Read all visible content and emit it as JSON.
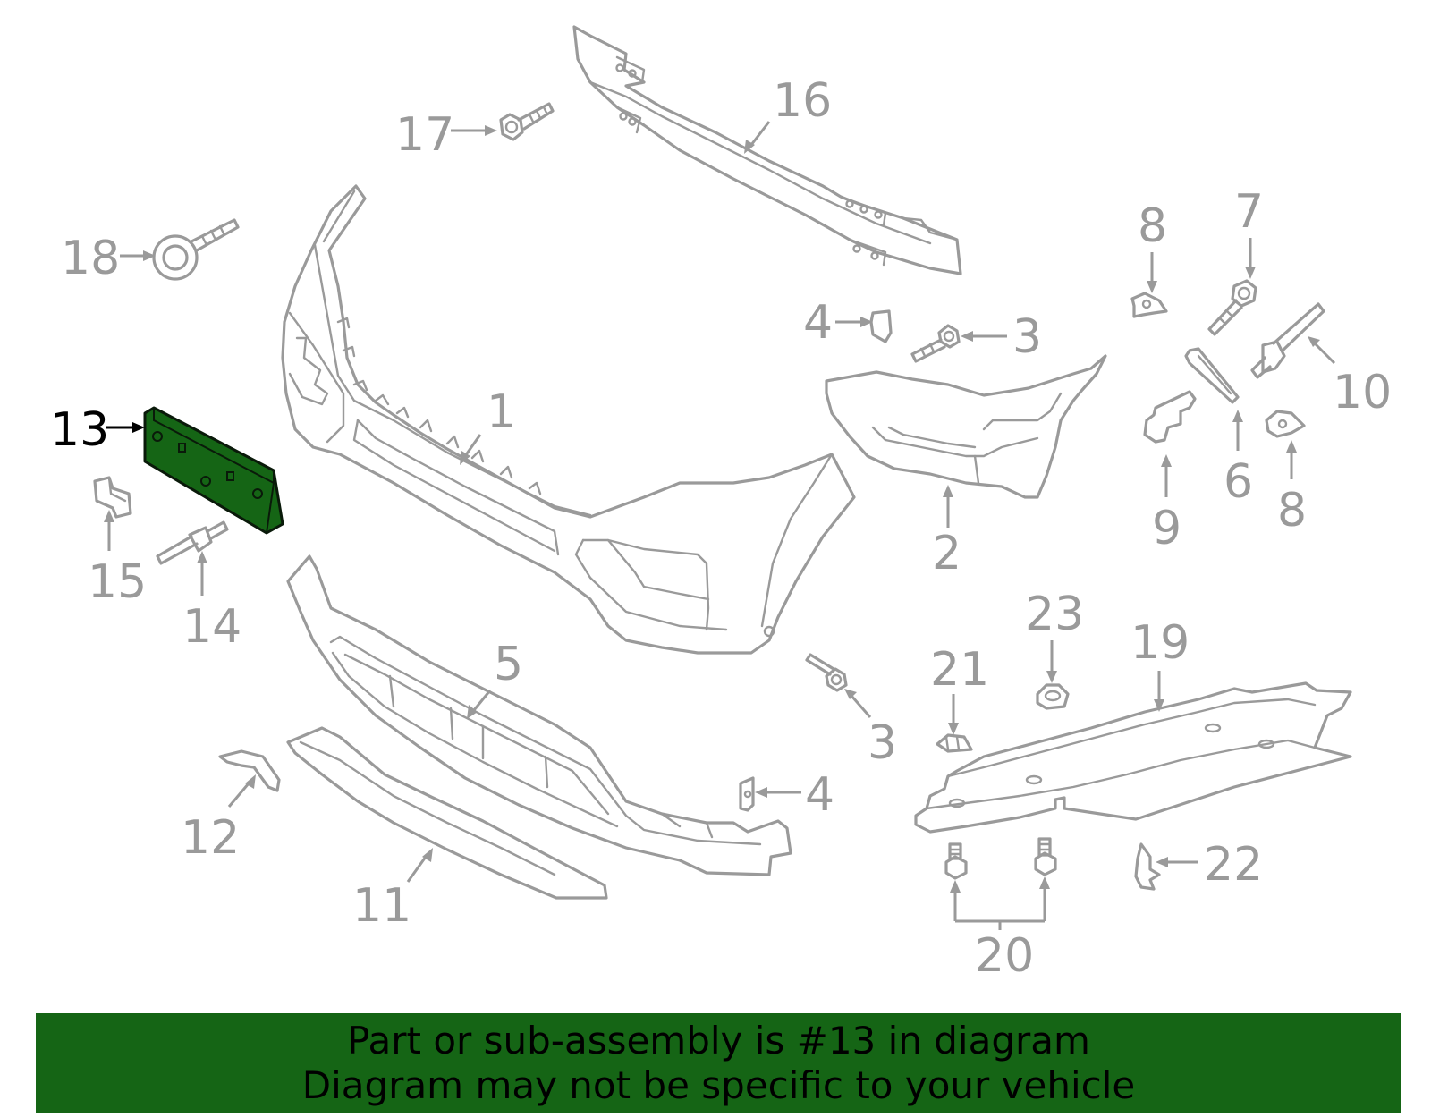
{
  "callouts": {
    "c1": "1",
    "c2": "2",
    "c3a": "3",
    "c3b": "3",
    "c4a": "4",
    "c4b": "4",
    "c5": "5",
    "c6": "6",
    "c7": "7",
    "c8a": "8",
    "c8b": "8",
    "c9": "9",
    "c10": "10",
    "c11": "11",
    "c12": "12",
    "c13": "13",
    "c14": "14",
    "c15": "15",
    "c16": "16",
    "c17": "17",
    "c18": "18",
    "c19": "19",
    "c20": "20",
    "c21": "21",
    "c22": "22",
    "c23": "23"
  },
  "highlight": {
    "part": "13",
    "color": "#156515"
  },
  "banner": {
    "line1": "Part or sub-assembly is #13 in diagram",
    "line2": "Diagram may not be specific to your vehicle",
    "color": "#156515"
  },
  "colors": {
    "line": "#9a9a9a",
    "highlight_callout": "#000000"
  }
}
